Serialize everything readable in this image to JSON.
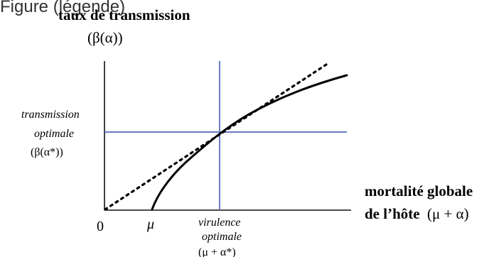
{
  "diagram": {
    "top_caption": "Figure (légende)",
    "y_axis": {
      "title": "taux de transmission",
      "symbol": "(β(α))"
    },
    "x_axis": {
      "title_line1": "mortalité globale",
      "title_line2": "de l’hôte",
      "symbol": "(μ + α)",
      "origin_label": "0",
      "mu_label": "μ"
    },
    "optimal_transmission": {
      "line1": "transmission",
      "line2": "optimale",
      "line3": "(β(α*))"
    },
    "optimal_virulence": {
      "line1": "virulence",
      "line2": "optimale",
      "line3": "(μ + α*)"
    },
    "colors": {
      "axes": "#111111",
      "curve": "#000000",
      "tangent": "#000000",
      "guides": "#5567b8"
    },
    "icons": {
      "curve": "solid-curve",
      "tangent": "dotted-tangent-line",
      "guides": "blue-reference-lines"
    }
  }
}
